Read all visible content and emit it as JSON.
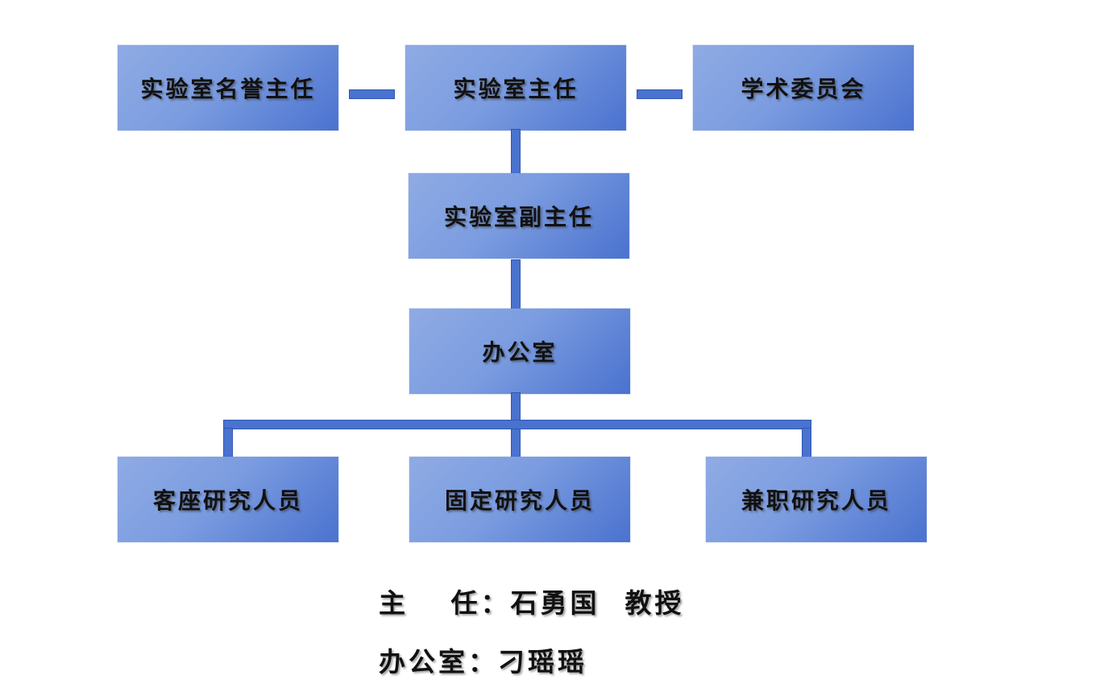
{
  "org_chart": {
    "top_row": {
      "honorary_director": "实验室名誉主任",
      "director": "实验室主任",
      "academic_committee": "学术委员会"
    },
    "deputy_director": "实验室副主任",
    "office": "办公室",
    "staff": {
      "visiting": "客座研究人员",
      "permanent": "固定研究人员",
      "part_time": "兼职研究人员"
    }
  },
  "info": {
    "director_label": "主　 任：",
    "director_name": "石勇国  教授",
    "office_label": "办公室：",
    "office_name": "刁瑶瑶"
  },
  "colors": {
    "box_light": "#8fabe4",
    "box_dark": "#4a72cf",
    "connector": "#4a72cf",
    "text": "#111111"
  }
}
